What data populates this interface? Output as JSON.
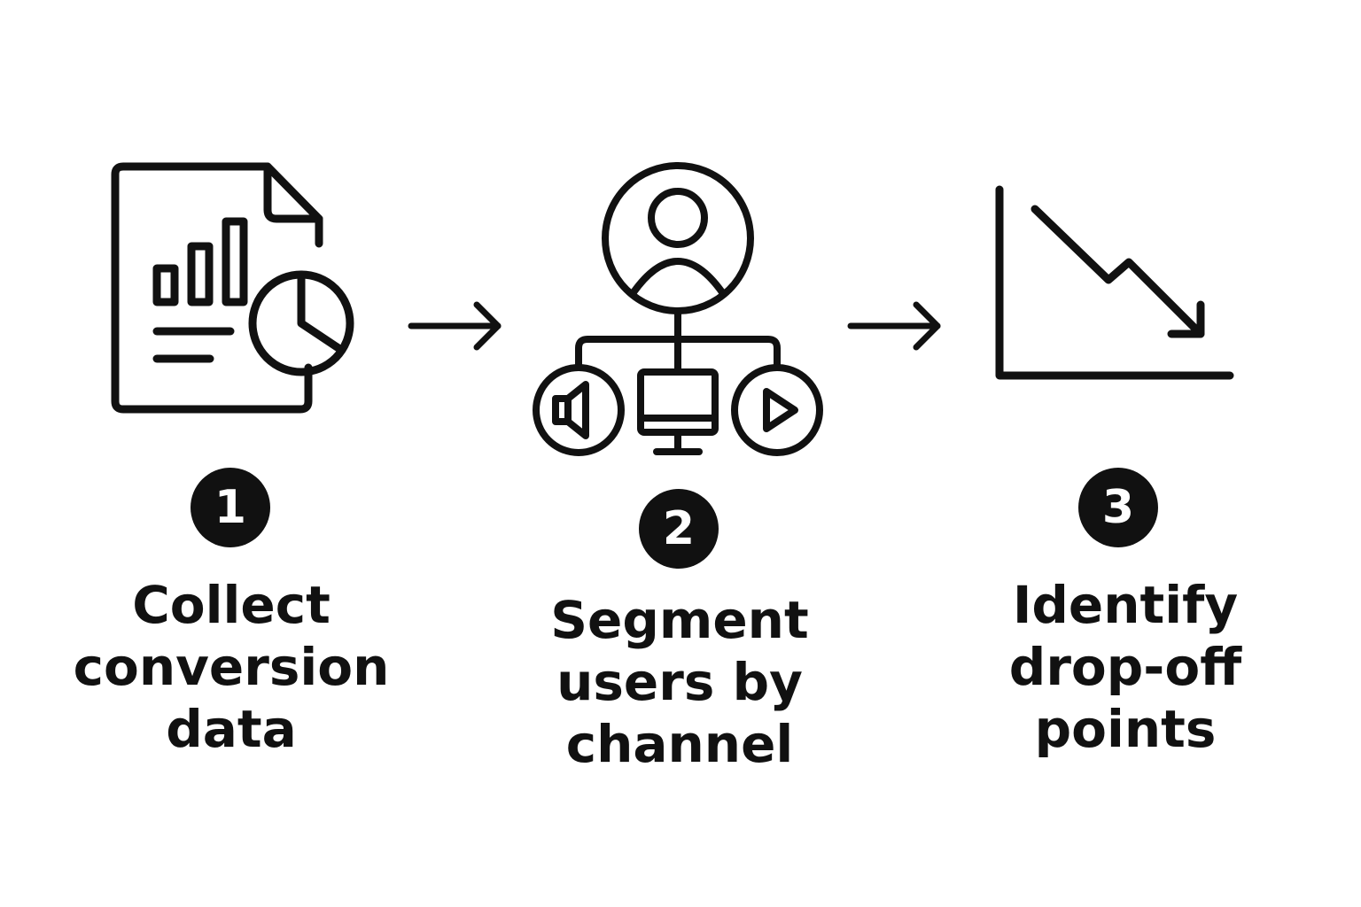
{
  "colors": {
    "ink": "#111111",
    "background": "#ffffff",
    "badge_text": "#ffffff"
  },
  "steps": [
    {
      "number": "1",
      "icon": "report-chart-icon",
      "lines": [
        "Collect",
        "conversion",
        "data"
      ]
    },
    {
      "number": "2",
      "icon": "user-channels-icon",
      "lines": [
        "Segment",
        "users by",
        "channel"
      ]
    },
    {
      "number": "3",
      "icon": "decline-chart-icon",
      "lines": [
        "Identify",
        "drop-off",
        "points"
      ]
    }
  ],
  "connectors": [
    {
      "icon": "arrow-right-icon"
    },
    {
      "icon": "arrow-right-icon"
    }
  ]
}
